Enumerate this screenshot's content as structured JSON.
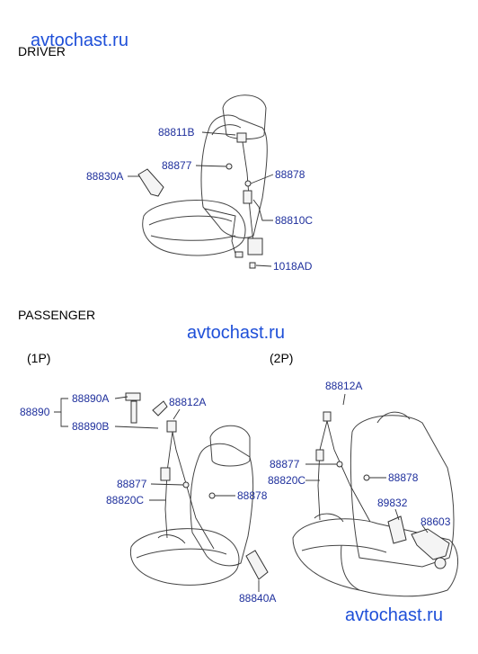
{
  "watermarks": [
    "avtochast.ru",
    "avtochast.ru",
    "avtochast.ru"
  ],
  "sections": {
    "driver": "DRIVER",
    "passenger": "PASSENGER",
    "sub1": "(1P)",
    "sub2": "(2P)"
  },
  "driver_parts": [
    "88811B",
    "88877",
    "88878",
    "88830A",
    "88810C",
    "1018AD"
  ],
  "p1_parts": [
    "88890",
    "88890A",
    "88890B",
    "88812A",
    "88877",
    "88820C",
    "88878",
    "88840A"
  ],
  "p2_parts": [
    "88812A",
    "88877",
    "88820C",
    "88878",
    "89832",
    "88603"
  ]
}
